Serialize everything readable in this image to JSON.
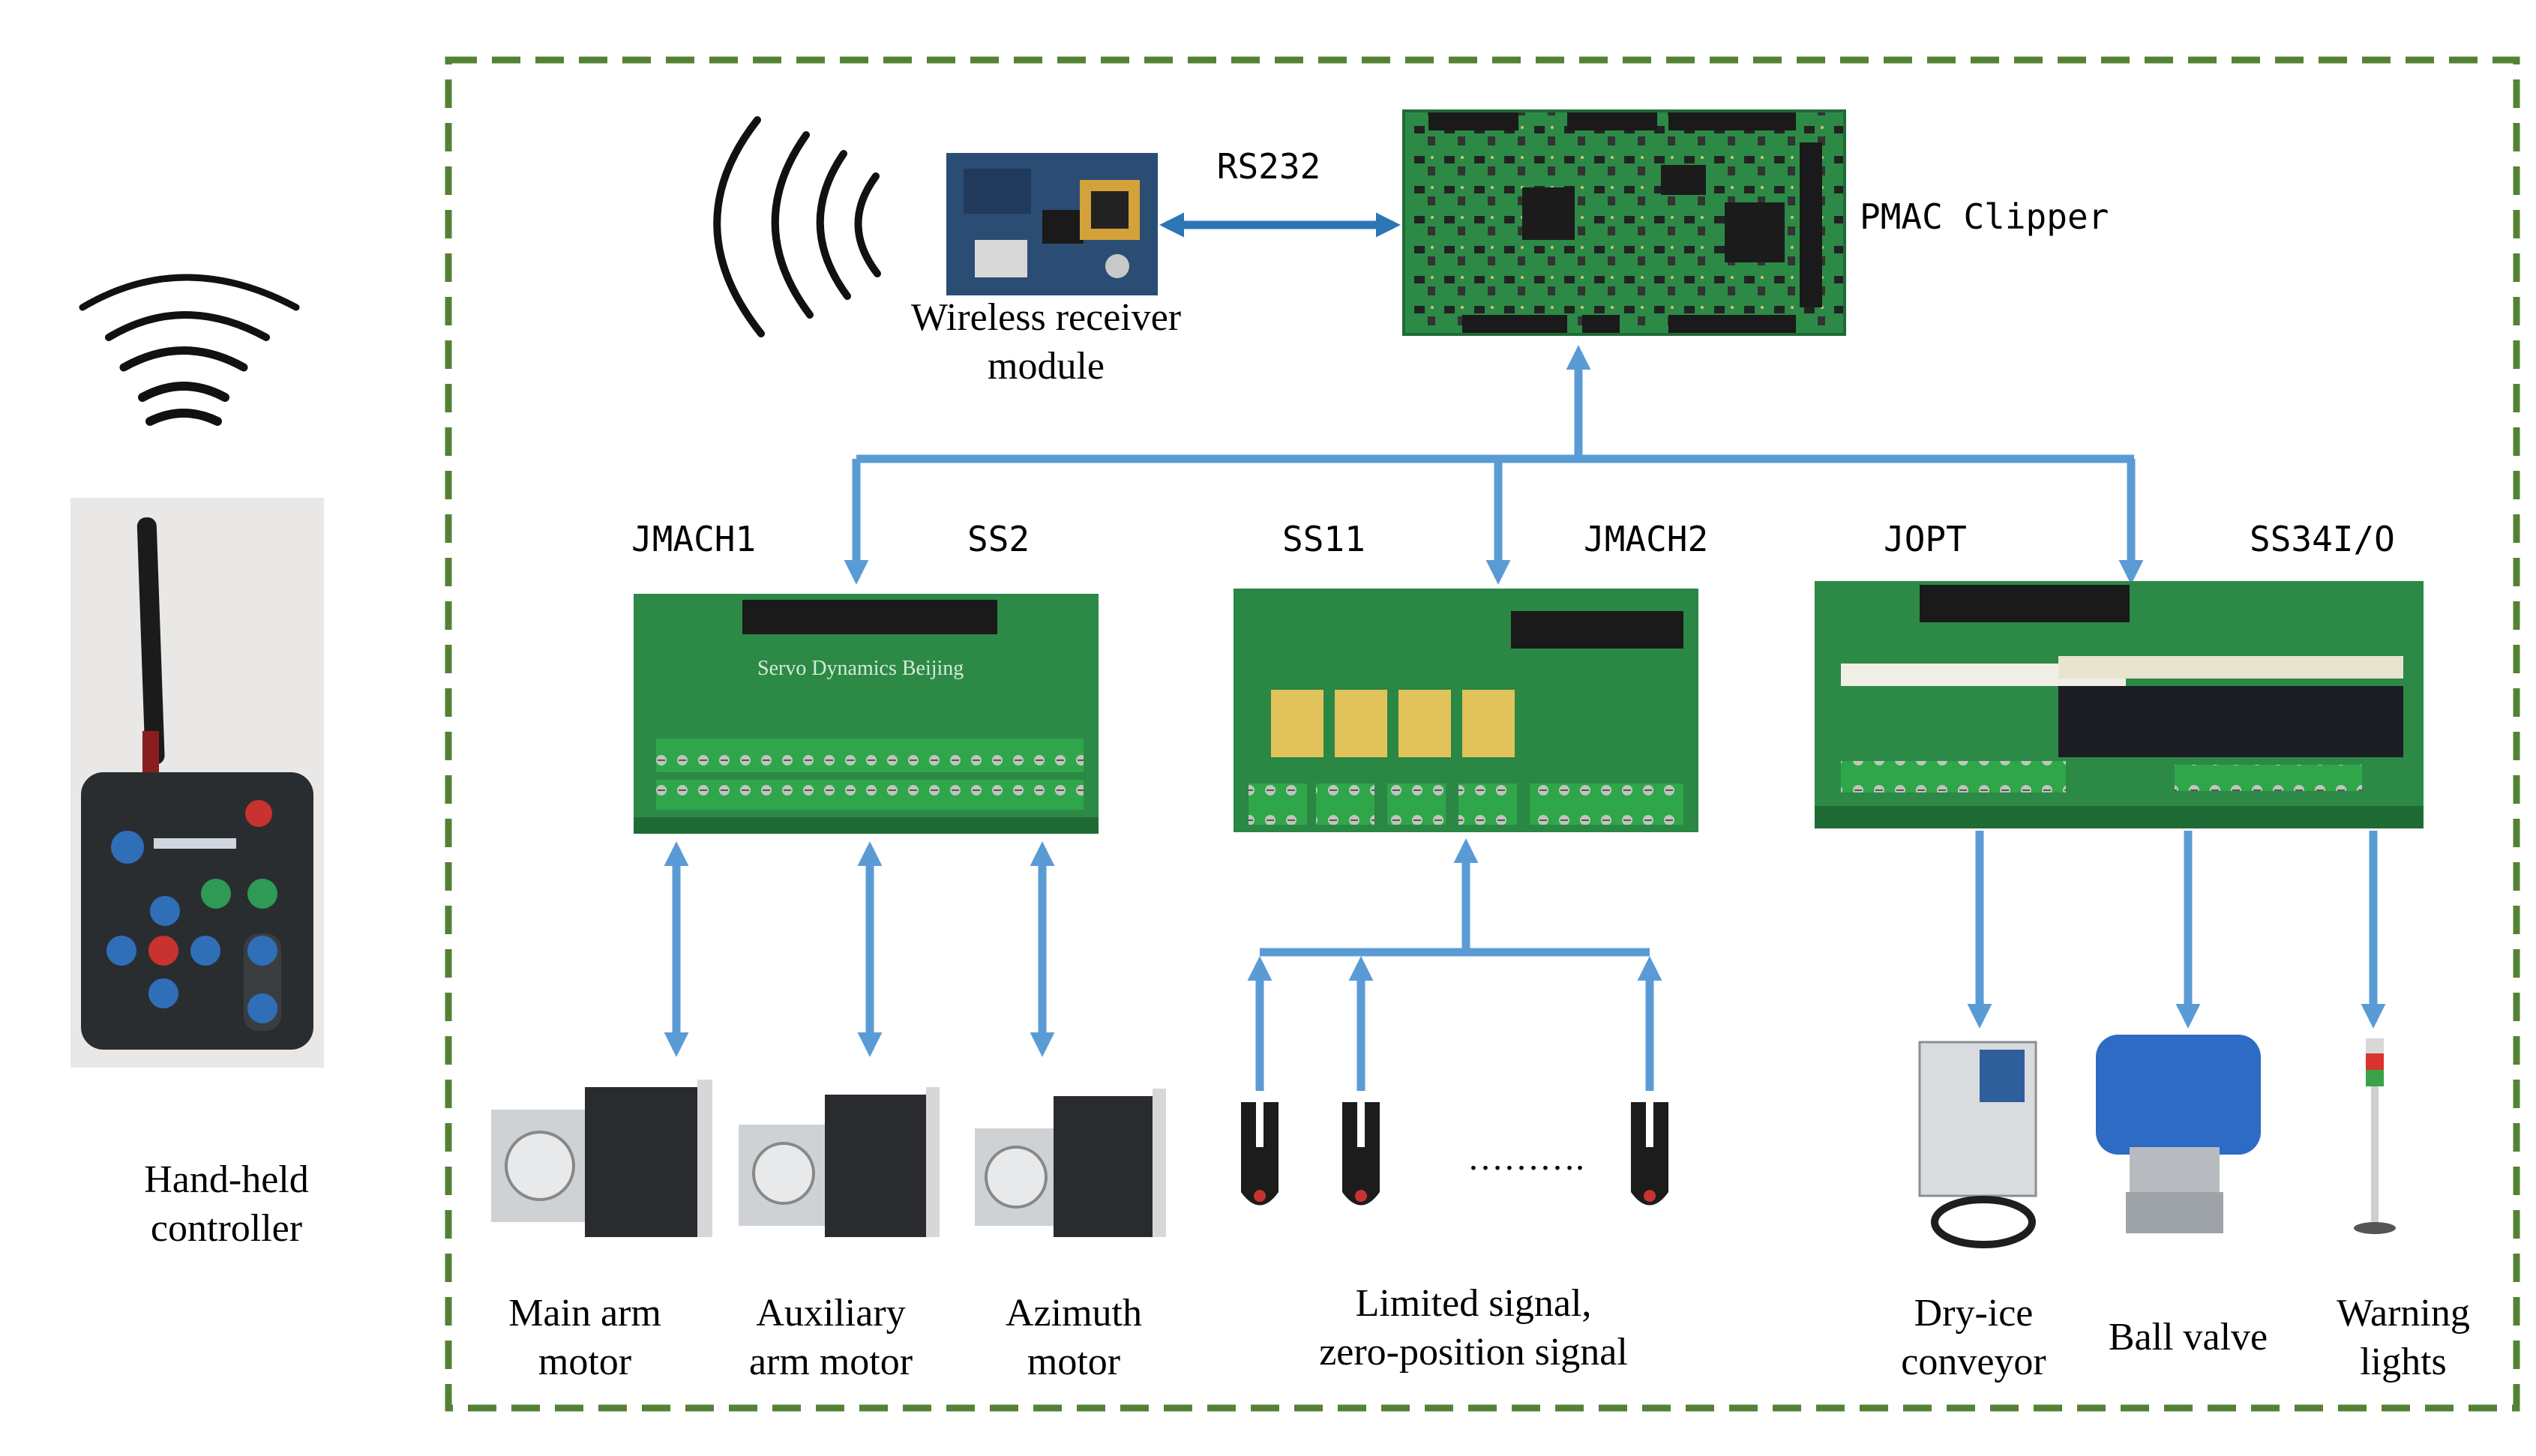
{
  "colors": {
    "arrow": "#5b9bd5",
    "frame": "#548235",
    "board": "#2c8a46",
    "board_dark": "#1f6b35",
    "text": "#111111"
  },
  "handheld": {
    "label_line1": "Hand-held",
    "label_line2": "controller",
    "icon": "remote-control-icon"
  },
  "receiver": {
    "label_line1": "Wireless receiver",
    "label_line2": "module",
    "icon": "wireless-module-icon"
  },
  "link": {
    "label": "RS232"
  },
  "controller": {
    "label": "PMAC Clipper",
    "icon": "circuit-board-icon"
  },
  "terminal_labels": {
    "jmach1": "JMACH1",
    "ss2": "SS2",
    "ss11": "SS11",
    "jmach2": "JMACH2",
    "jopt": "JOPT",
    "ss34": "SS34I/O"
  },
  "board1_text": "Servo Dynamics Beijing",
  "motors": {
    "main": {
      "line1": "Main arm",
      "line2": "motor"
    },
    "aux": {
      "line1": "Auxiliary",
      "line2": "arm motor"
    },
    "azimuth": {
      "line1": "Azimuth",
      "line2": "motor"
    }
  },
  "sensors": {
    "line1": "Limited signal,",
    "line2": "zero-position signal",
    "dots": "……….",
    "icon": "photoelectric-sensor-icon"
  },
  "outputs": {
    "conveyor": {
      "line1": "Dry-ice",
      "line2": "conveyor"
    },
    "valve": {
      "label": "Ball valve"
    },
    "lights": {
      "line1": "Warning",
      "line2": "lights"
    }
  }
}
